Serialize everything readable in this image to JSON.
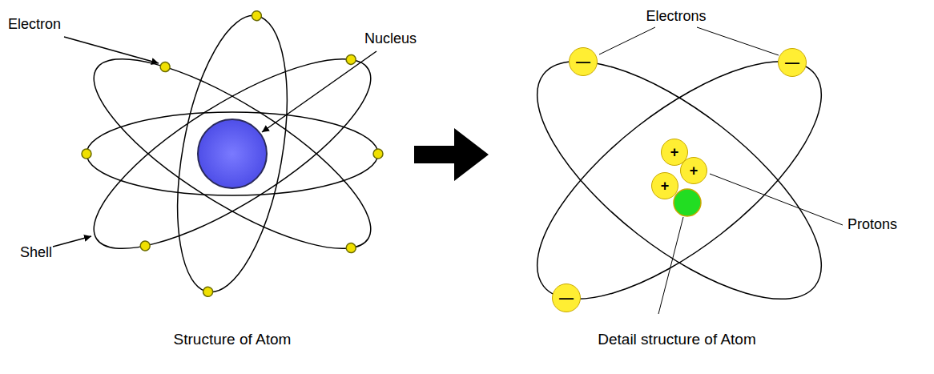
{
  "diagram": {
    "nodes": [
      {
        "text": [
          "—"
        ]
      },
      {
        "text": [
          "—"
        ]
      },
      {
        "text": [
          "+"
        ]
      },
      {
        "text": [
          "+"
        ]
      },
      {
        "text": [
          "+"
        ]
      },
      {
        "text": [
          "—"
        ]
      }
    ],
    "labels": [
      "Electron",
      "Nucleus",
      "Shell",
      "Electrons",
      "Protons",
      "Structure of Atom",
      "Detail structure of Atom"
    ]
  }
}
